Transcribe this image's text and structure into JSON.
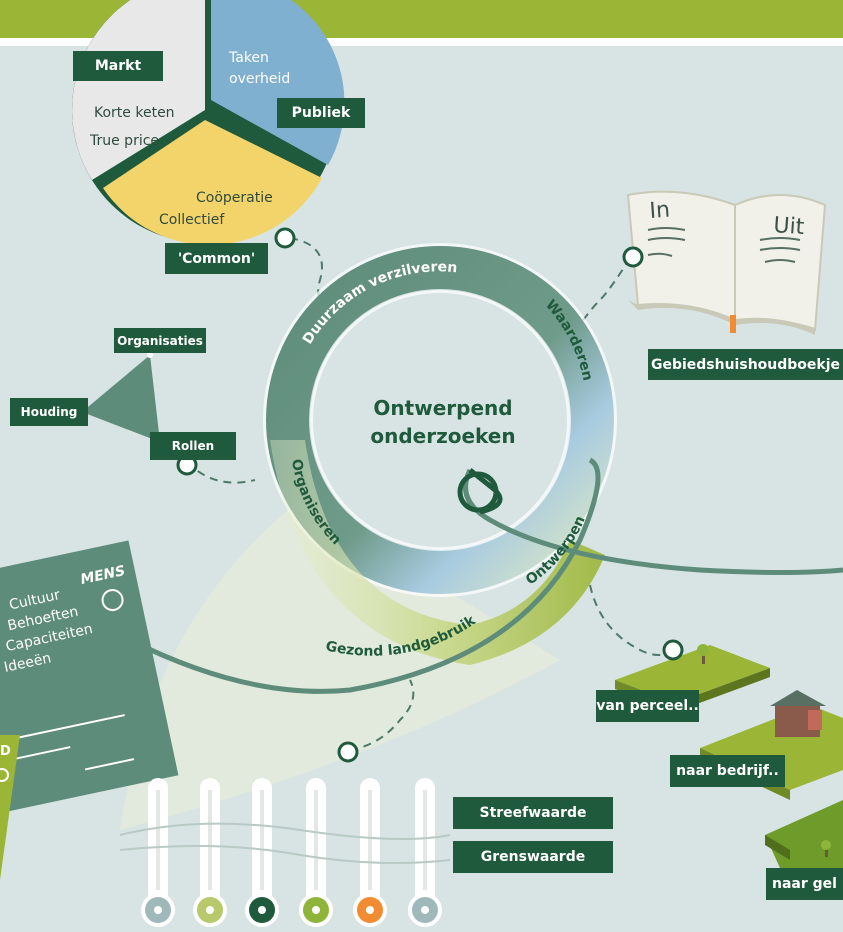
{
  "pie": {
    "markt": "Markt",
    "markt_items": [
      "Korte keten",
      "True price"
    ],
    "taken_overheid": [
      "Taken",
      "overheid"
    ],
    "publiek": "Publiek",
    "cooperatie": "Coöperatie",
    "collectief": "Collectief",
    "common": "'Common'"
  },
  "book": {
    "in": "In",
    "uit": "Uit",
    "label": "Gebiedshuishoudboekje"
  },
  "triangle": {
    "organisaties": "Organisaties",
    "houding": "Houding",
    "rollen": "Rollen"
  },
  "spiral": {
    "center_line1": "Ontwerpend",
    "center_line2": "onderzoeken",
    "duurzaam": "Duurzaam verzilveren",
    "waarderen": "Waarderen",
    "organiseren": "Organiseren",
    "ontwerpen": "Ontwerpen",
    "gezond": "Gezond landgebruik"
  },
  "mens": {
    "title": "MENS",
    "items": [
      "Cultuur",
      "Behoeften",
      "Capaciteiten",
      "Ideeën"
    ],
    "partial_card_letter": "D"
  },
  "scale": {
    "perceel": "van perceel..",
    "bedrijf": "naar bedrijf..",
    "gebied": "naar gel"
  },
  "thermo": {
    "streefwaarde": "Streefwaarde",
    "grenswaarde": "Grenswaarde",
    "icons": [
      "water-drop-icon",
      "recycle-icon",
      "co2-icon",
      "tree-icon",
      "plant-hand-icon",
      "people-icon"
    ],
    "icon_colors": [
      "#9fb9ba",
      "#b7c96a",
      "#1f5a3c",
      "#8fb43a",
      "#f28c33",
      "#9fb9ba"
    ]
  },
  "colors": {
    "dark_green": "#1f5a3c",
    "lime": "#9bb536",
    "blue": "#7fb0cf",
    "yellow": "#f3d46a",
    "gray": "#e8e8e8",
    "ring": "#5e8c7a"
  }
}
